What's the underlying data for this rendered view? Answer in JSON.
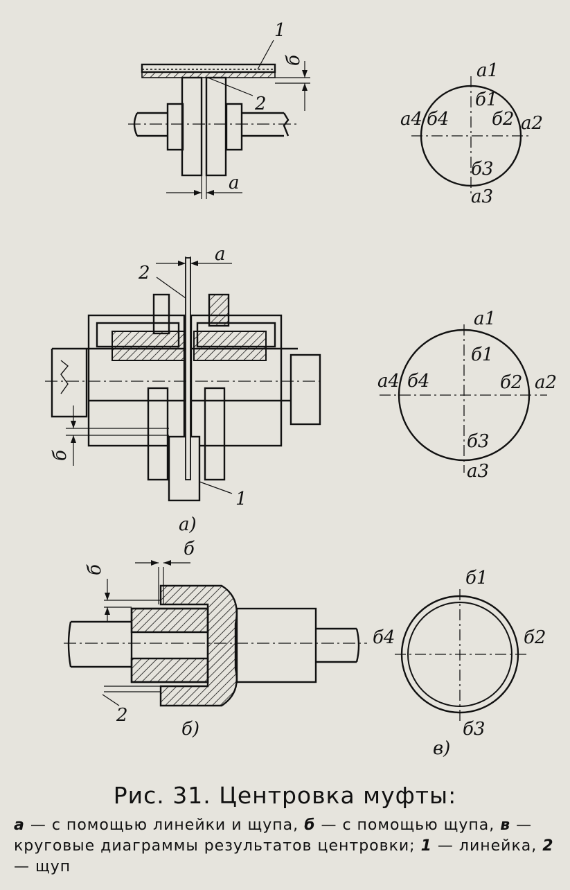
{
  "labels": {
    "ruler": "1",
    "feeler": "2",
    "gap_a": "а",
    "gap_b": "б",
    "fig_a": "а)",
    "fig_b": "б)",
    "fig_c": "в)"
  },
  "circle1": {
    "a1": "а1",
    "b1": "б1",
    "a4": "а4",
    "b4": "б4",
    "b2": "б2",
    "a2": "а2",
    "b3": "б3",
    "a3": "а3"
  },
  "circle2": {
    "a1": "а1",
    "b1": "б1",
    "a4": "а4",
    "b4": "б4",
    "b2": "б2",
    "a2": "а2",
    "b3": "б3",
    "a3": "а3"
  },
  "circle3": {
    "b1": "б1",
    "b4": "б4",
    "b2": "б2",
    "b3": "б3"
  },
  "caption": {
    "title": "Рис. 31. Центровка муфты:",
    "k1": "а",
    "t1": " — с помощью линейки и щупа, ",
    "k2": "б",
    "t2": " — с помощью щупа, ",
    "k3": "в",
    "t3": " — круговые диаграммы результатов центровки; ",
    "k4": "1",
    "t4": " — линейка, ",
    "k5": "2",
    "t5": " — щуп"
  }
}
